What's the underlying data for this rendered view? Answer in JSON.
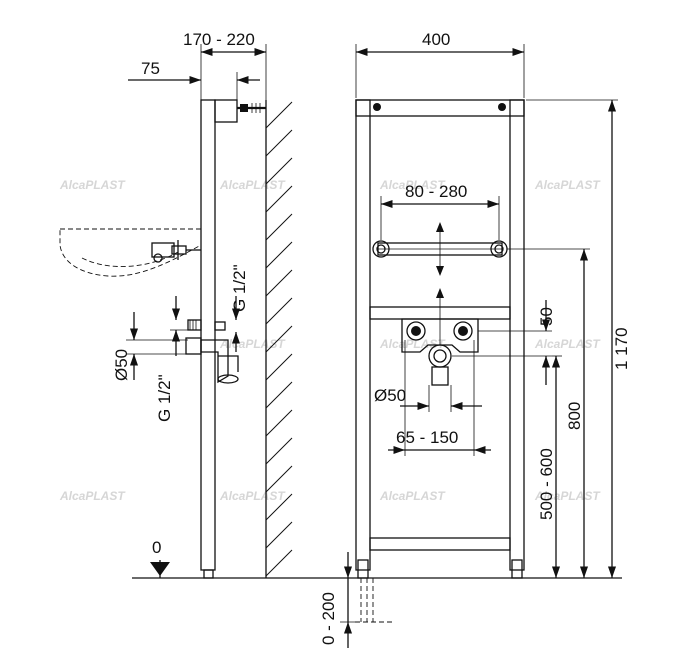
{
  "dimensions": {
    "side_depth": "170 - 220",
    "side_offset": "75",
    "front_width": "400",
    "bracket_spacing": "80 - 280",
    "total_height": "1 170",
    "bracket_height": "800",
    "outlet_height": "500 - 600",
    "fitting_offset": "50",
    "waste_diameter_front": "Ø50",
    "fitting_spacing": "65 - 150",
    "thread_side_upper": "G 1/2\"",
    "thread_side_lower": "G 1/2\"",
    "waste_diameter_side": "Ø50",
    "floor_level": "0",
    "leg_extension": "0 - 200"
  },
  "watermark": {
    "brand": "AlcaPLAST"
  },
  "colors": {
    "line": "#111111",
    "watermark": "#d6d6d6",
    "background": "#ffffff"
  }
}
